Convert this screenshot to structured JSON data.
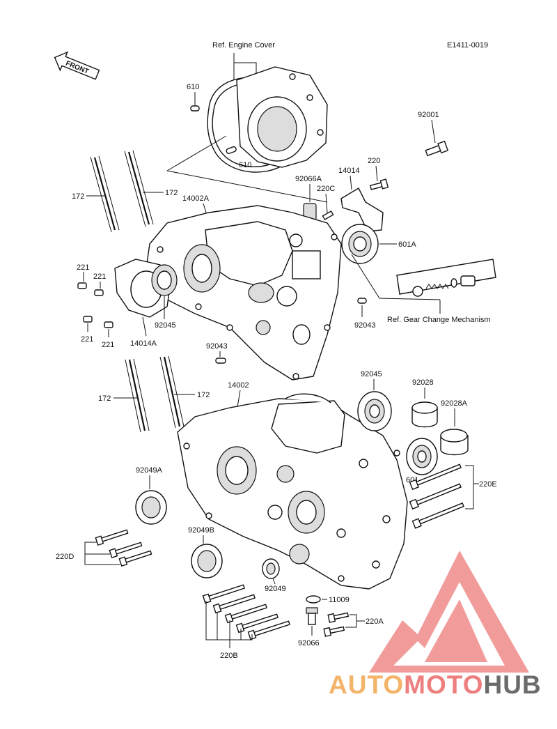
{
  "diagram_code": "E1411-0019",
  "front_label": "FRONT",
  "refs": {
    "engine_cover": "Ref. Engine Cover",
    "gear_change": "Ref.  Gear Change Mechanism"
  },
  "labels": {
    "l610a": "610",
    "l610b": "610",
    "l92001": "92001",
    "l220": "220",
    "l14014": "14014",
    "l92066A": "92066A",
    "l220C": "220C",
    "l172a": "172",
    "l172b": "172",
    "l14002A": "14002A",
    "l601A": "601A",
    "l221a": "221",
    "l221b": "221",
    "l221c": "221",
    "l221d": "221",
    "l92045a": "92045",
    "l14014A": "14014A",
    "l92043a": "92043",
    "l92043b": "92043",
    "l172c": "172",
    "l172d": "172",
    "l14002": "14002",
    "l92045b": "92045",
    "l92028": "92028",
    "l92028A": "92028A",
    "l601": "601",
    "l220E": "220E",
    "l92049A": "92049A",
    "l92049B": "92049B",
    "l220D": "220D",
    "l92049": "92049",
    "l11009": "11009",
    "l220A": "220A",
    "l220B": "220B",
    "l92066": "92066"
  },
  "watermark": {
    "part1": "AUTO",
    "part2": "MOTO",
    "part3": "HUB",
    "color1": "#f3b46a",
    "color2": "#ee7f7f",
    "color3": "#6b6b6b"
  }
}
